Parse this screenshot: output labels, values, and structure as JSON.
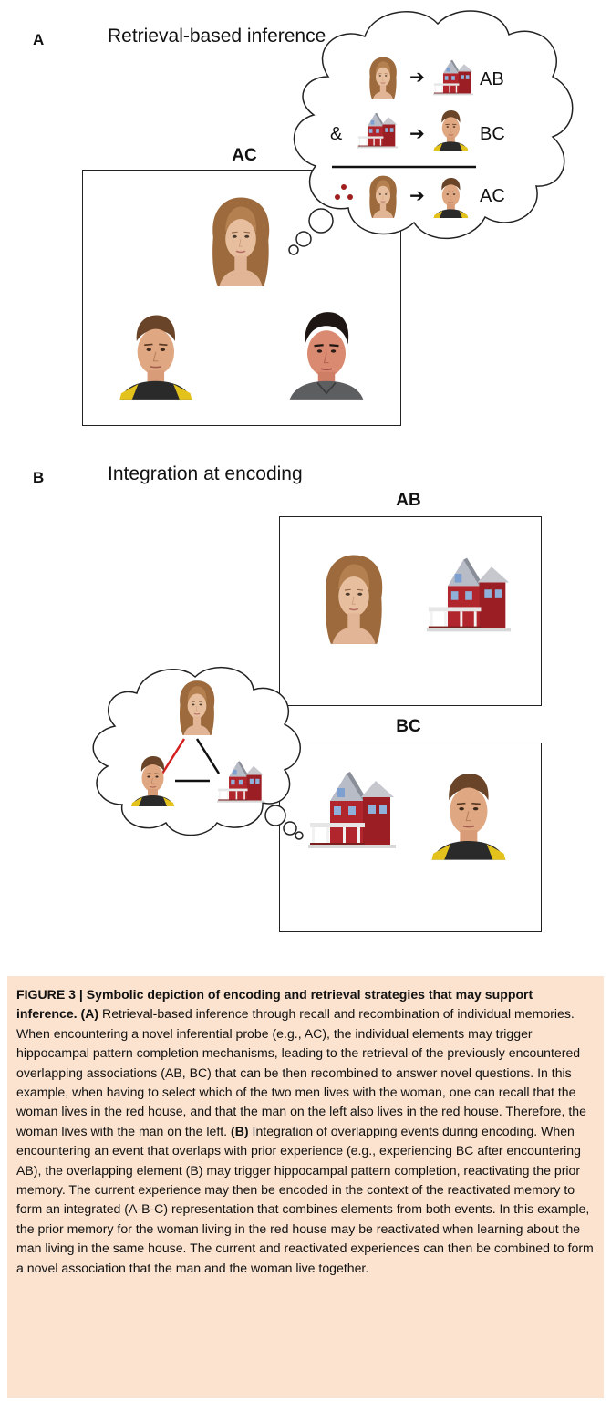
{
  "panel_a": {
    "letter": "A",
    "title": "Retrieval-based inference",
    "frame_label": "AC",
    "cloud_lines": [
      {
        "prefix": "",
        "label": "AB"
      },
      {
        "prefix": "&",
        "label": "BC"
      },
      {
        "prefix": "∴",
        "label": "AC"
      }
    ]
  },
  "panel_b": {
    "letter": "B",
    "title": "Integration at encoding",
    "frame_ab_label": "AB",
    "frame_bc_label": "BC"
  },
  "icons": {
    "arrow": "➔"
  },
  "colors": {
    "caption_bg": "#fbe3cf",
    "house_red": "#b0262c",
    "triangle_red": "#d42020"
  },
  "caption": {
    "head": "FIGURE 3 | Symbolic depiction of encoding and retrieval strategies that may support inference.",
    "a_label": "(A)",
    "a_text": "Retrieval-based inference through recall and recombination of individual memories. When encountering a novel inferential probe (e.g., AC), the individual elements may trigger hippocampal pattern completion mechanisms, leading to the retrieval of the previously encountered overlapping associations (AB, BC) that can be then recombined to answer novel questions. In this example, when having to select which of the two men lives with the woman, one can recall that the woman lives in the red house, and that the man on the left also lives in the red house. Therefore, the woman lives with the man on the left.",
    "b_label": "(B)",
    "b_text": "Integration of overlapping events during encoding. When encountering an event that overlaps with prior experience (e.g., experiencing BC after encountering AB), the overlapping element (B) may trigger hippocampal pattern completion, reactivating the prior memory. The current experience may then be encoded in the context of the reactivated memory to form an integrated (A-B-C) representation that combines elements from both events. In this example, the prior memory for the woman living in the red house may be reactivated when learning about the man living in the same house. The current and reactivated experiences can then be combined to form a novel association that the man and the woman live together."
  }
}
